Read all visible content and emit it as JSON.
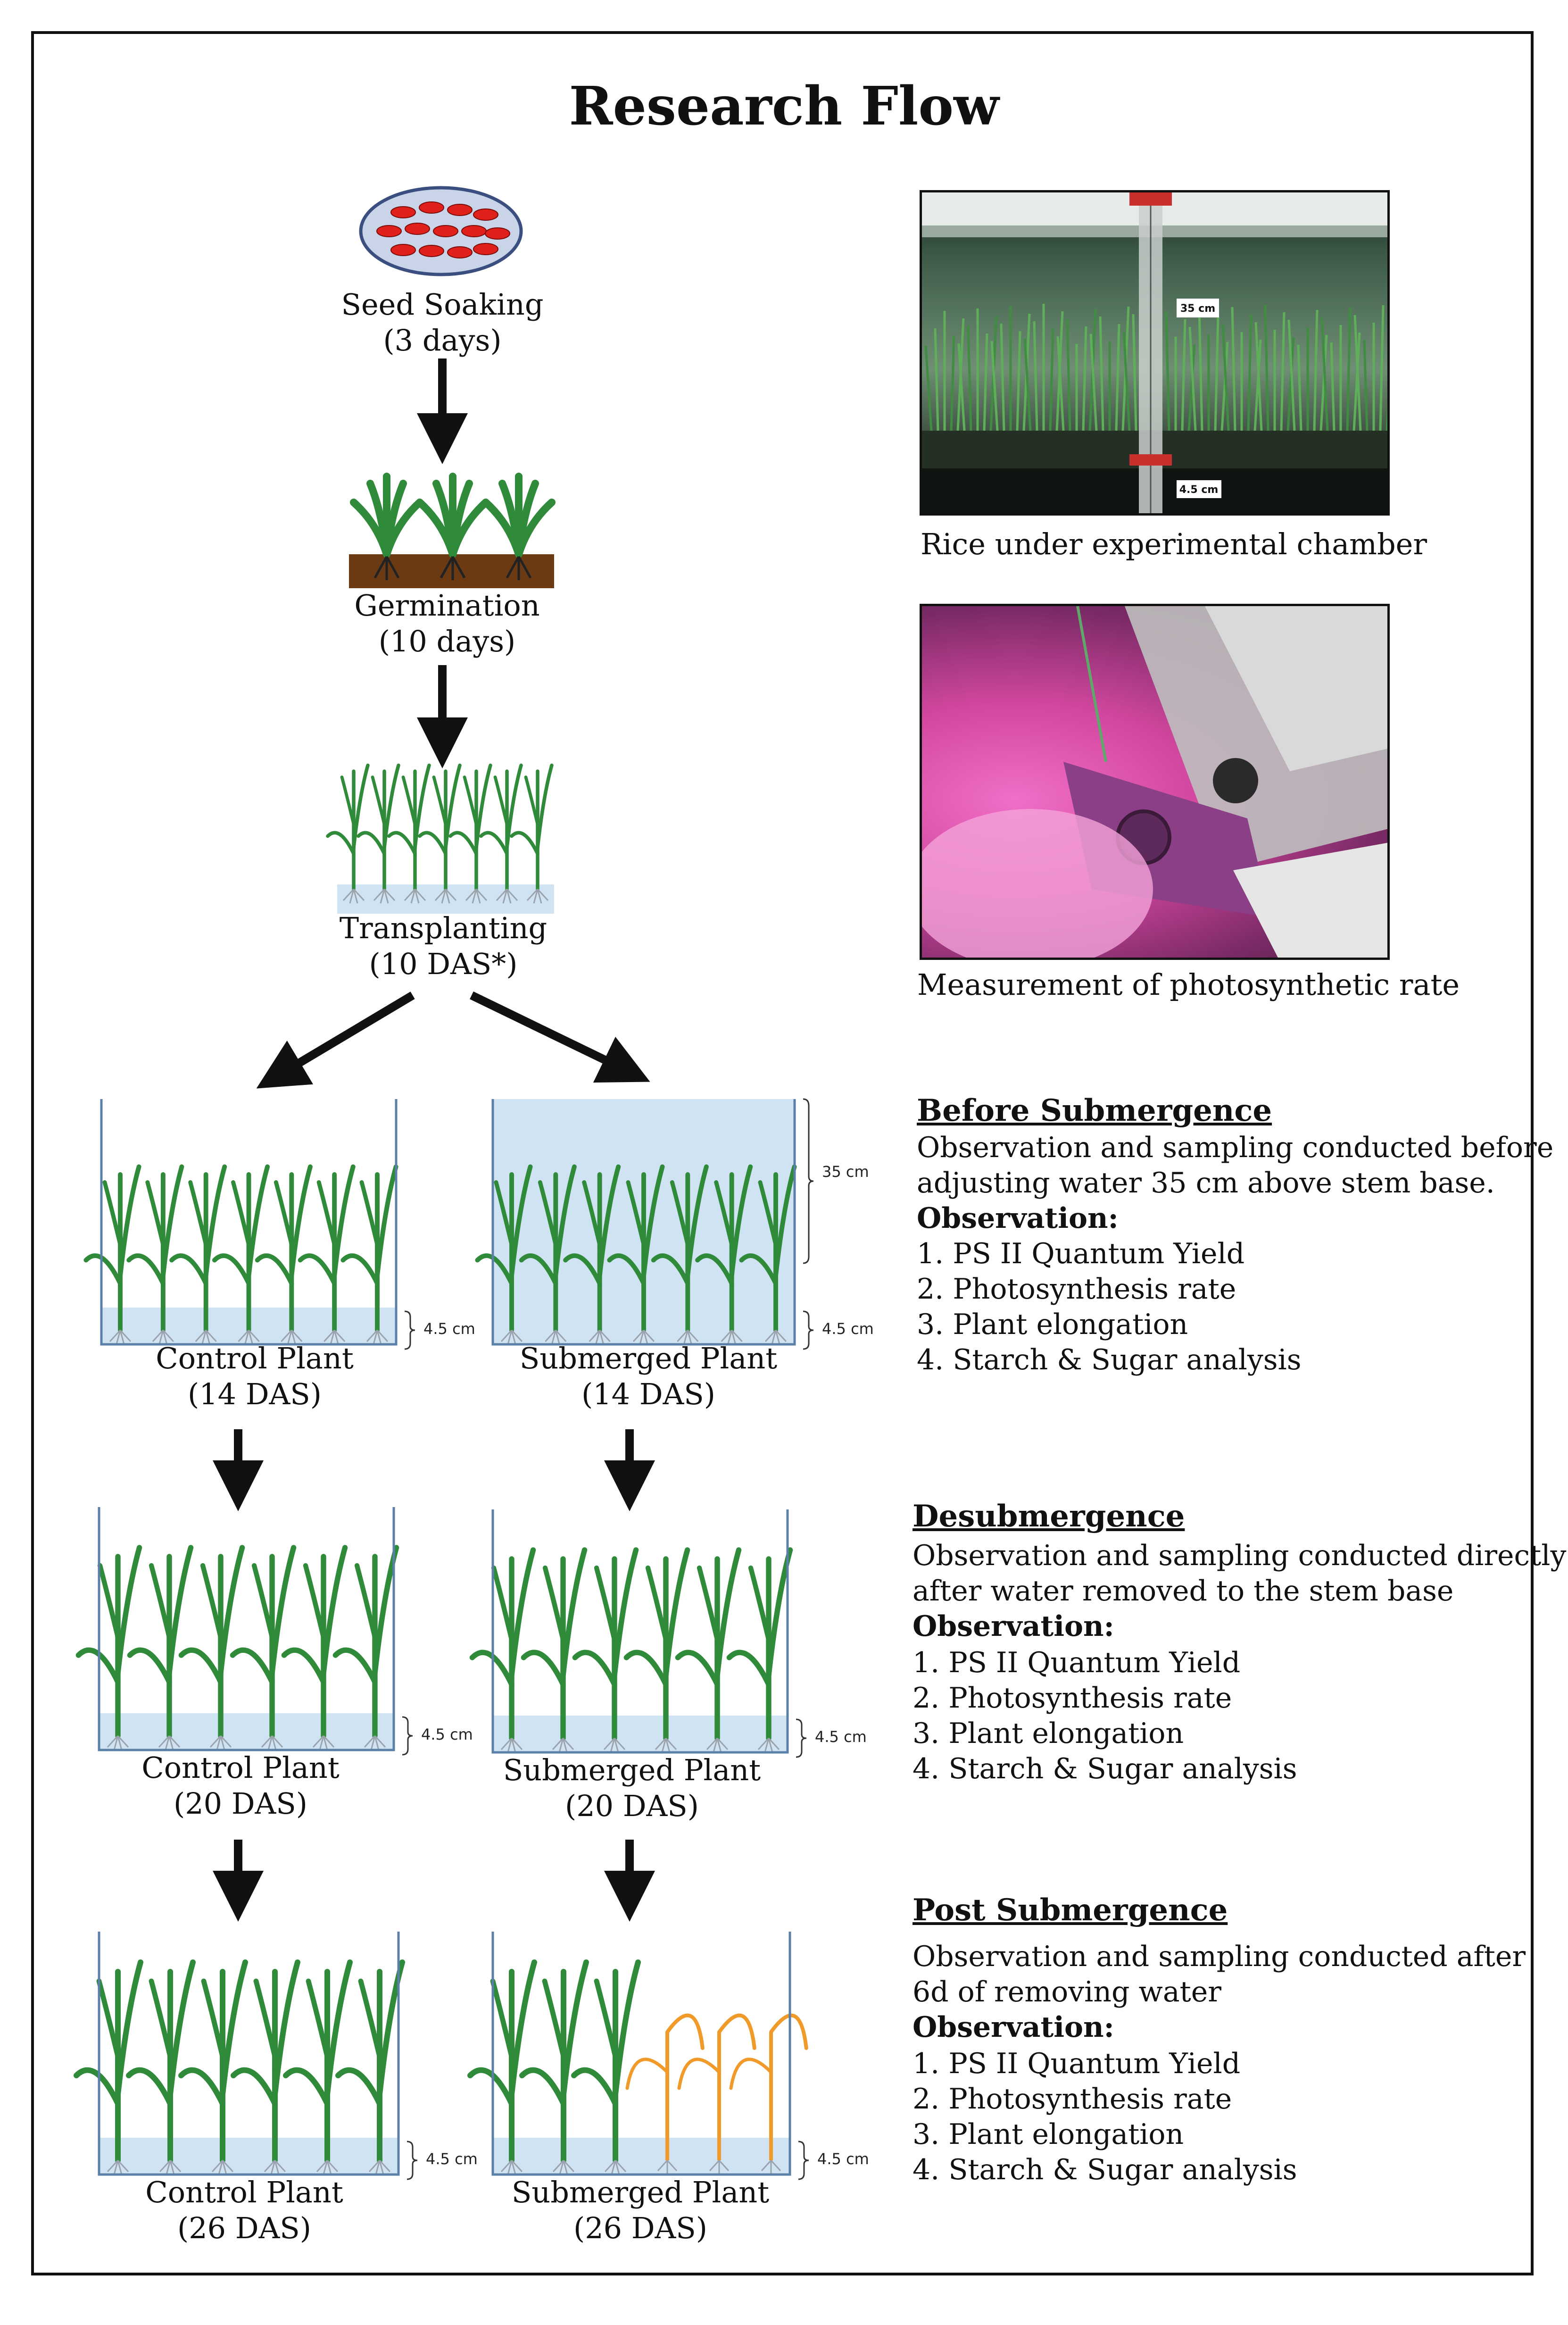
{
  "title": "Research Flow",
  "steps": {
    "seed": {
      "label": "Seed Soaking",
      "sub": "(3 days)"
    },
    "germination": {
      "label": "Germination",
      "sub": "(10 days)"
    },
    "transplanting": {
      "label": "Transplanting",
      "sub": "(10 DAS*)"
    }
  },
  "tanks": {
    "c14": {
      "label": "Control Plant",
      "sub": "(14 DAS)"
    },
    "s14": {
      "label": "Submerged Plant",
      "sub": "(14 DAS)"
    },
    "c20": {
      "label": "Control Plant",
      "sub": "(20 DAS)"
    },
    "s20": {
      "label": "Submerged Plant",
      "sub": "(20 DAS)"
    },
    "c26": {
      "label": "Control Plant",
      "sub": "(26 DAS)"
    },
    "s26": {
      "label": "Submerged Plant",
      "sub": "(26 DAS)"
    }
  },
  "scale_labels": {
    "base": "4.5 cm",
    "water": "35 cm"
  },
  "photos": {
    "chamber": {
      "caption": "Rice under experimental chamber",
      "label_35": "35 cm",
      "label_45": "4.5 cm"
    },
    "measurement": {
      "caption": "Measurement of photosynthetic rate"
    }
  },
  "sections": [
    {
      "title": "Before Submergence",
      "lines": [
        "Observation and sampling conducted before",
        "adjusting water 35 cm above stem base."
      ],
      "obs_label": "Observation:",
      "items": [
        "1. PS II Quantum Yield",
        "2. Photosynthesis rate",
        "3. Plant elongation",
        "4. Starch & Sugar analysis"
      ]
    },
    {
      "title": "Desubmergence",
      "lines": [
        "Observation and sampling conducted directly",
        "after water removed to the stem base"
      ],
      "obs_label": "Observation:",
      "items": [
        "1. PS II Quantum Yield",
        "2. Photosynthesis rate",
        "3. Plant elongation",
        "4. Starch & Sugar analysis"
      ]
    },
    {
      "title": "Post Submergence",
      "lines": [
        "Observation and sampling conducted after",
        "6d of removing water"
      ],
      "obs_label": "Observation:",
      "items": [
        "1. PS II Quantum Yield",
        "2. Photosynthesis rate",
        "3. Plant elongation",
        "4. Starch & Sugar analysis"
      ]
    }
  ],
  "colors": {
    "leaf": "#2f8a3a",
    "leaf_dark": "#1f6b2c",
    "wilted": "#f09a2a",
    "water": "#cfe3f2",
    "soil": "#6b3a12",
    "seed": "#e0201a",
    "tank_border": "#5a7fa8"
  }
}
